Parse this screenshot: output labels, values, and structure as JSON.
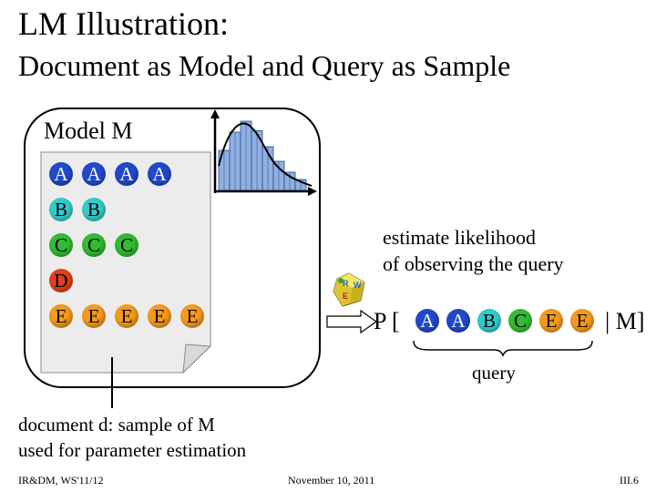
{
  "title": {
    "line1": "LM Illustration:",
    "line2": "Document as Model and Query as Sample"
  },
  "model": {
    "label": "Model M"
  },
  "document": {
    "rows": [
      [
        "A",
        "A",
        "A",
        "A"
      ],
      [
        "B",
        "B"
      ],
      [
        "C",
        "C",
        "C"
      ],
      [
        "D"
      ],
      [
        "E",
        "E",
        "E",
        "E",
        "E"
      ]
    ],
    "caption_line1": "document d: sample of M",
    "caption_line2": "used for parameter estimation"
  },
  "histogram": {
    "bar_heights": [
      0.55,
      0.8,
      0.95,
      0.82,
      0.6,
      0.4,
      0.25,
      0.15
    ]
  },
  "estimate": {
    "line1": "estimate likelihood",
    "line2": "of observing the query"
  },
  "probability": {
    "prefix": "P [",
    "query_terms": [
      "A",
      "A",
      "B",
      "C",
      "E",
      "E"
    ],
    "suffix": "| M]"
  },
  "query_label": "query",
  "colors": {
    "A": "#2149c9",
    "B": "#33cccc",
    "C": "#33bb33",
    "D": "#e2401a",
    "E": "#f59a1c",
    "histogram_bar": "#8fb0e0"
  },
  "footer": {
    "left": "IR&DM, WS'11/12",
    "center": "November 10, 2011",
    "right": "III.6"
  },
  "icons": {
    "dice": "dice-icon"
  }
}
